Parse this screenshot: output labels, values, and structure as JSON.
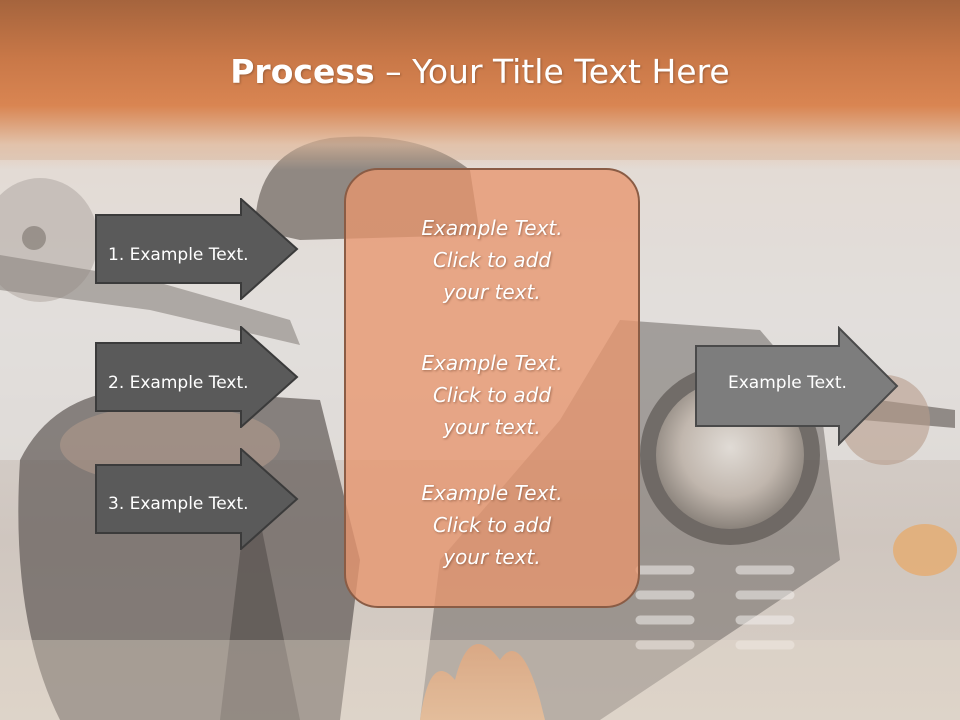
{
  "slide": {
    "title_bold": "Process",
    "title_rest": " – Your Title Text Here"
  },
  "left_arrows": [
    {
      "label": "1. Example Text."
    },
    {
      "label": "2. Example Text."
    },
    {
      "label": "3. Example Text."
    }
  ],
  "center_box": {
    "paragraphs": [
      {
        "line1": "Example Text.",
        "line2": "Click  to add",
        "line3": "your text."
      },
      {
        "line1": "Example Text.",
        "line2": "Click  to add",
        "line3": "your text."
      },
      {
        "line1": "Example Text.",
        "line2": "Click  to add",
        "line3": "your text."
      }
    ]
  },
  "right_arrow": {
    "label": "Example Text."
  },
  "colors": {
    "header_orange": "#d98552",
    "arrow_dark": "#5a5a5a",
    "arrow_light": "#7d7d7d",
    "box_fill": "#e8966e",
    "box_border": "#8a5c45"
  }
}
